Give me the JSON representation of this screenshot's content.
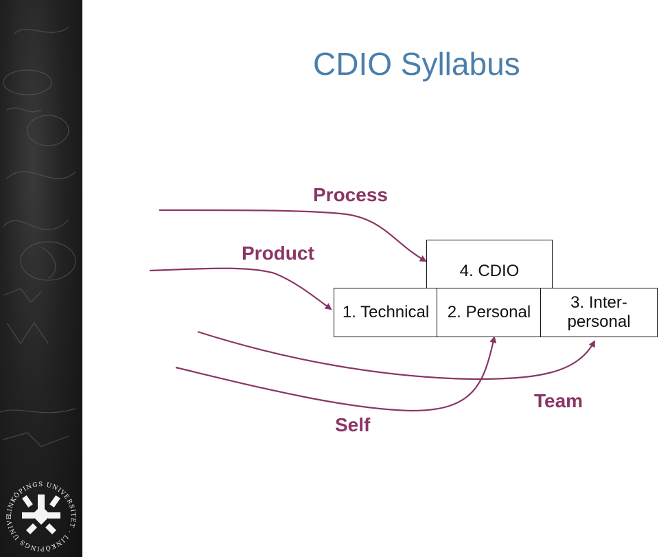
{
  "slide": {
    "title": "CDIO Syllabus",
    "labels": {
      "process": "Process",
      "product": "Product",
      "self": "Self",
      "team": "Team"
    },
    "boxes": {
      "cdio": "4. CDIO",
      "technical": "1. Technical",
      "personal": "2. Personal",
      "interpersonal_line1": "3. Inter-",
      "interpersonal_line2": "personal"
    }
  },
  "logo": {
    "text": "LINKÖPINGS UNIVERSITET"
  },
  "colors": {
    "title": "#4a7fad",
    "accent": "#8a3565",
    "sidebar": "#1b1b1b"
  }
}
